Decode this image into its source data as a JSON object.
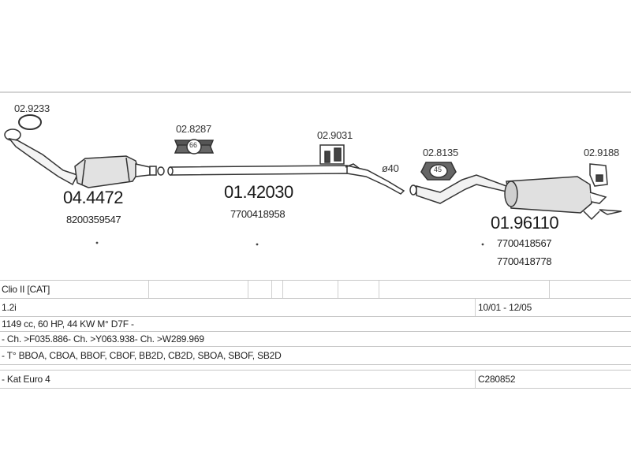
{
  "parts": {
    "ring_gasket": {
      "code": "02.9233"
    },
    "catalyst": {
      "code": "04.4472",
      "oem": "8200359547"
    },
    "clamp_1": {
      "code": "02.8287",
      "badge": "66"
    },
    "hanger_1": {
      "code": "02.9031"
    },
    "intermediate_pipe": {
      "code": "01.42030",
      "oem": "7700418958"
    },
    "diameter": {
      "label": "ø40"
    },
    "clamp_2": {
      "code": "02.8135",
      "badge": "45"
    },
    "bracket": {
      "code": "02.9188"
    },
    "rear_silencer": {
      "code": "01.96110",
      "oem_1": "7700418567",
      "oem_2": "7700418778"
    }
  },
  "table": {
    "model": "Clio II  [CAT]",
    "engine": "1.2i",
    "years": "10/01 - 12/05",
    "spec": "1149 cc, 60 HP, 44 KW M° D7F -",
    "chassis": "- Ch. >F035.886- Ch. >Y063.938- Ch. >W289.969",
    "types": "- T° BBOA, CBOA, BBOF, CBOF, BB2D, CB2D, SBOA, SBOF, SB2D",
    "norm": "- Kat Euro 4",
    "ref": "C280852"
  }
}
